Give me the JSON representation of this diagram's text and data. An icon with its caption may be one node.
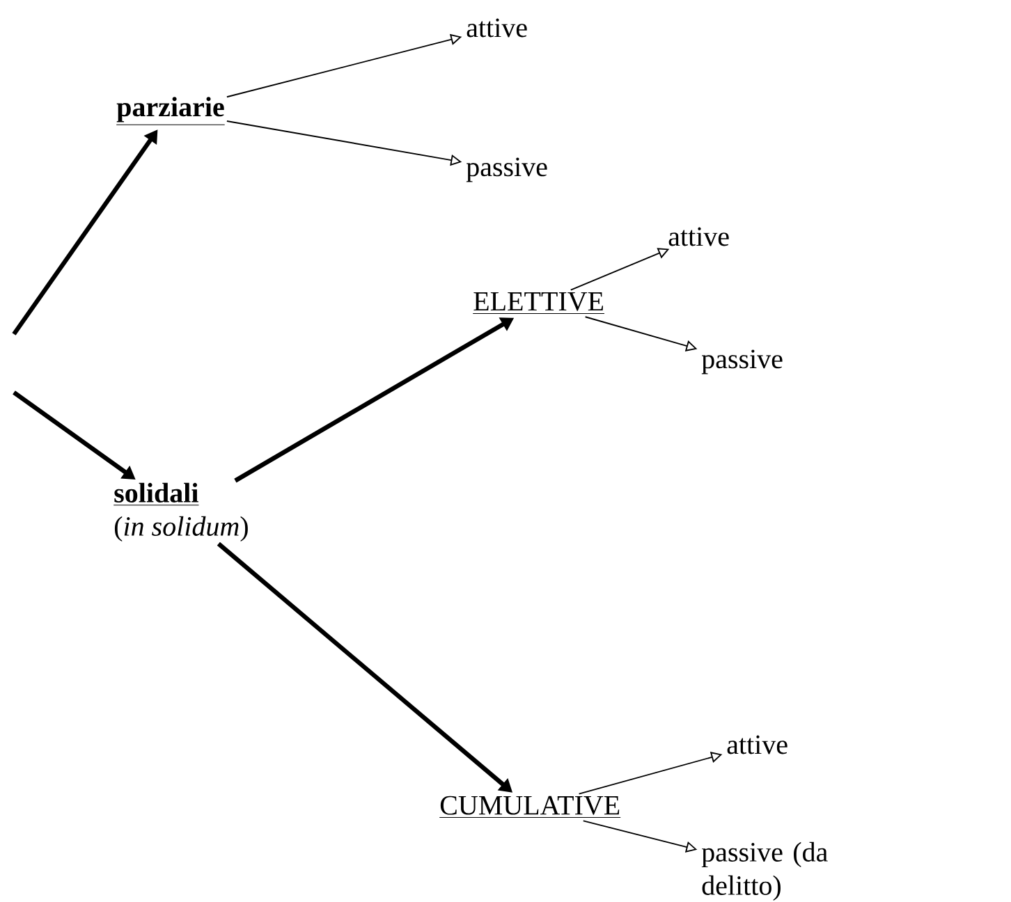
{
  "diagram": {
    "nodes": [
      {
        "text": [
          "parziarie"
        ]
      },
      {
        "text": [
          "attive"
        ]
      },
      {
        "text": [
          "passive"
        ]
      },
      {
        "text": [
          "ELETTIVE"
        ]
      },
      {
        "text": [
          "attive"
        ]
      },
      {
        "text": [
          "passive"
        ]
      },
      {
        "text": [
          "solidali",
          "(*in solidum*)"
        ]
      },
      {
        "text": [
          "CUMULATIVE"
        ]
      },
      {
        "text": [
          "attive"
        ]
      },
      {
        "text": [
          "passive (da delitto)"
        ]
      }
    ],
    "edges": [
      {
        "from": null,
        "to": 0,
        "arrow": "to",
        "style": "thick"
      },
      {
        "from": null,
        "to": 6,
        "arrow": "to",
        "style": "thick"
      },
      {
        "from": 0,
        "to": 1,
        "arrow": "to"
      },
      {
        "from": 0,
        "to": 2,
        "arrow": "to"
      },
      {
        "from": 6,
        "to": 3,
        "arrow": "to",
        "style": "thick"
      },
      {
        "from": 3,
        "to": 4,
        "arrow": "to"
      },
      {
        "from": 3,
        "to": 5,
        "arrow": "to"
      },
      {
        "from": 6,
        "to": 7,
        "arrow": "to",
        "style": "thick"
      },
      {
        "from": 7,
        "to": 8,
        "arrow": "to"
      },
      {
        "from": 7,
        "to": 9,
        "arrow": "to"
      }
    ]
  }
}
